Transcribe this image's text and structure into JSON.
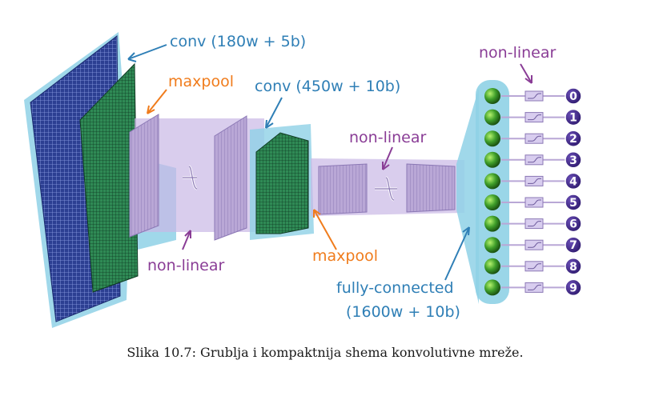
{
  "labels": {
    "conv1": "conv (180w + 5b)",
    "maxpool1": "maxpool",
    "conv2": "conv (450w + 10b)",
    "nonlinear_top": "non-linear",
    "nonlinear_mid": "non-linear",
    "nonlinear_bottom": "non-linear",
    "maxpool2": "maxpool",
    "fc_line1": "fully-connected",
    "fc_line2": "(1600w + 10b)"
  },
  "outputs": [
    "0",
    "1",
    "2",
    "3",
    "4",
    "5",
    "6",
    "7",
    "8",
    "9"
  ],
  "caption": "Slika 10.7: Grublja i kompaktnija shema konvolutivne mreže.",
  "colors": {
    "label_blue": "#2f7fb6",
    "label_orange": "#f07c1c",
    "label_purple": "#8a3d96",
    "input_grid": "#2c3f92",
    "conv_green": "#2f8a55",
    "feature_lilac": "#b9a7d6",
    "flow_band": "#c9b8e6",
    "outline": "#8fd1e6",
    "neuron_green": "#3f9f2a",
    "digit_circle": "#2e1a6e"
  }
}
